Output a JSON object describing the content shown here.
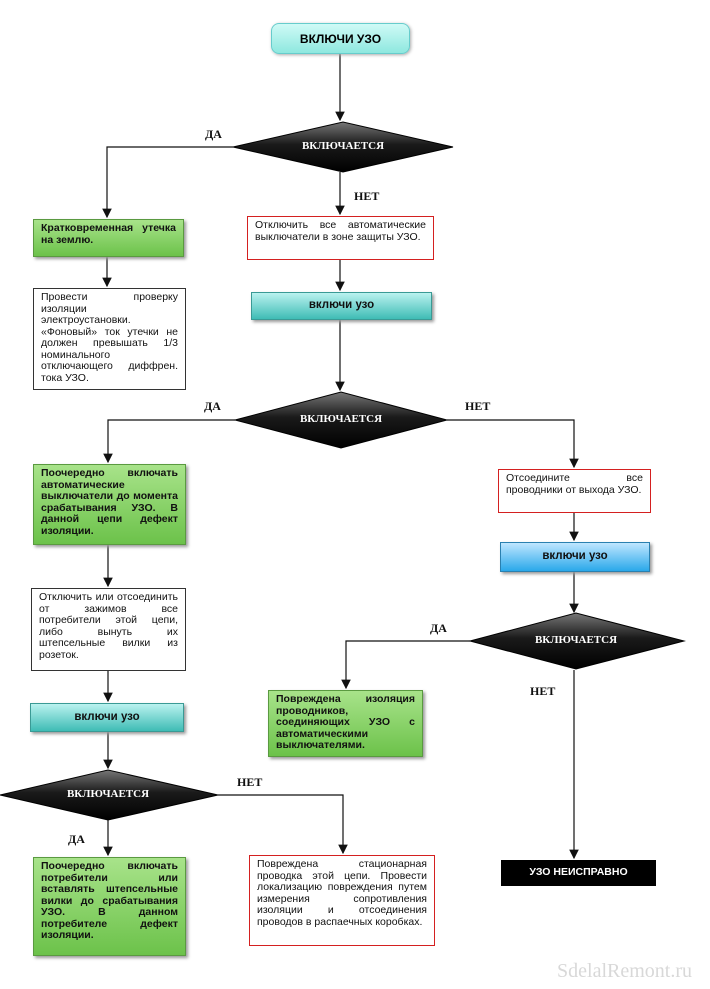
{
  "start": "ВКЛЮЧИ УЗО",
  "decision_label": "ВКЛЮЧАЕТСЯ",
  "yes": "ДА",
  "no": "НЕТ",
  "boxes": {
    "short_leak": "Кратковременная утечка на землю.",
    "check_insulation": "Провести проверку изоляции электроустановки. «Фоновый» ток утечки не должен превышать 1/3 номинального отключающего диффрен. тока УЗО.",
    "disconnect_breakers": "Отключить все автоматические выключатели в зоне защиты УЗО.",
    "turn_on_1": "включи узо",
    "alternately_breakers": "Поочередно включать автоматические выключатели до момента срабатывания УЗО. В данной цепи дефект изоляции.",
    "disconnect_consumers": "Отключить или отсоединить от зажимов все потребители этой цепи, либо вынуть их штепсельные вилки из розеток.",
    "turn_on_2": "включи узо",
    "alternately_consumers": "Поочередно включать потребители или вставлять штепсельные вилки до срабатывания УЗО. В данном потребителе дефект изоляции.",
    "stationary_wiring": "Повреждена стационарная проводка этой цепи. Провести локализацию повреждения путем измерения сопротивления изоляции и отсоединения проводов в распаечных коробках.",
    "disconnect_conductors": "Отсоедините все проводники от выхода УЗО.",
    "turn_on_3": "включи узо",
    "damaged_conductors": "Повреждена изоляция проводников, соединяющих УЗО с автоматическими выключателями.",
    "rcd_faulty": "УЗО НЕИСПРАВНО"
  },
  "watermark": "SdelalRemont.ru"
}
